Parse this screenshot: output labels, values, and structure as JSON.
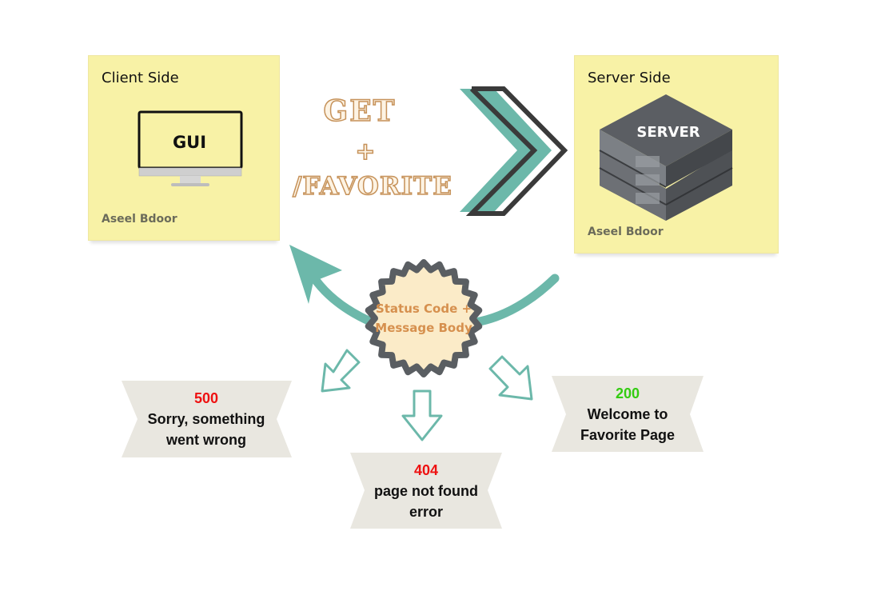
{
  "client": {
    "title": "Client Side",
    "screen_label": "GUI",
    "author": "Aseel Bdoor"
  },
  "server": {
    "title": "Server Side",
    "rack_label": "SERVER",
    "author": "Aseel Bdoor"
  },
  "request": {
    "method": "GET",
    "plus": "+",
    "path": "/FAVORITE"
  },
  "response": {
    "badge_line1": "Status Code +",
    "badge_line2": "Message Body"
  },
  "outcomes": {
    "error500": {
      "code": "500",
      "line1": "Sorry, something",
      "line2": "went wrong"
    },
    "error404": {
      "code": "404",
      "line1": "page not found",
      "line2": "error"
    },
    "ok200": {
      "code": "200",
      "line1": "Welcome to",
      "line2": "Favorite Page"
    }
  },
  "colors": {
    "note": "#f8f2a6",
    "teal": "#6cb8aa",
    "dark": "#3a3a3a",
    "ribbon": "#e9e7e0",
    "error_code": "#ee1111",
    "ok_code": "#33cc11",
    "badge_fill": "#fbebc8",
    "badge_text": "#d6904e"
  }
}
